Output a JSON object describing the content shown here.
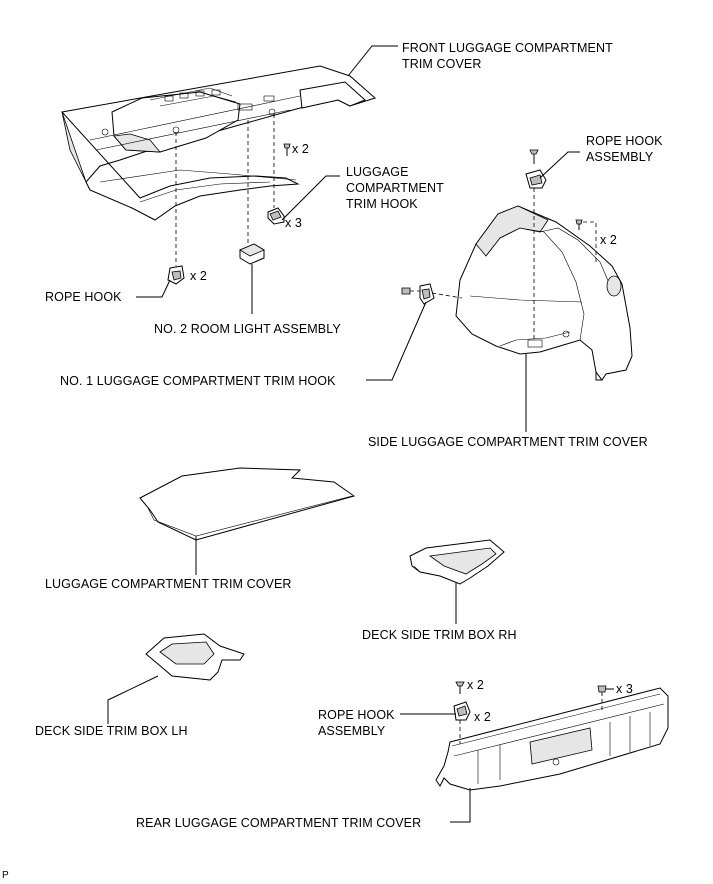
{
  "labels": {
    "front_cover_line1": "FRONT LUGGAGE COMPARTMENT",
    "front_cover_line2": "TRIM COVER",
    "trim_hook_line1": "LUGGAGE",
    "trim_hook_line2": "COMPARTMENT",
    "trim_hook_line3": "TRIM HOOK",
    "rope_hook": "ROPE HOOK",
    "room_light": "NO. 2 ROOM LIGHT ASSEMBLY",
    "rope_hook_assembly_top_line1": "ROPE HOOK",
    "rope_hook_assembly_top_line2": "ASSEMBLY",
    "no1_trim_hook": "NO. 1 LUGGAGE COMPARTMENT TRIM HOOK",
    "side_cover": "SIDE LUGGAGE COMPARTMENT TRIM COVER",
    "luggage_cover": "LUGGAGE COMPARTMENT TRIM COVER",
    "deck_box_rh": "DECK SIDE TRIM BOX RH",
    "deck_box_lh": "DECK SIDE TRIM BOX LH",
    "rope_hook_assembly_bottom_line1": "ROPE HOOK",
    "rope_hook_assembly_bottom_line2": "ASSEMBLY",
    "rear_cover": "REAR LUGGAGE COMPARTMENT TRIM COVER",
    "code": "P"
  },
  "quantities": {
    "clip_top": "x 2",
    "trim_hook": "x 3",
    "rope_hook": "x 2",
    "side_clip": "x 2",
    "bottom_clip": "x 2",
    "bottom_hook": "x 2",
    "rear_clip": "x 3"
  }
}
